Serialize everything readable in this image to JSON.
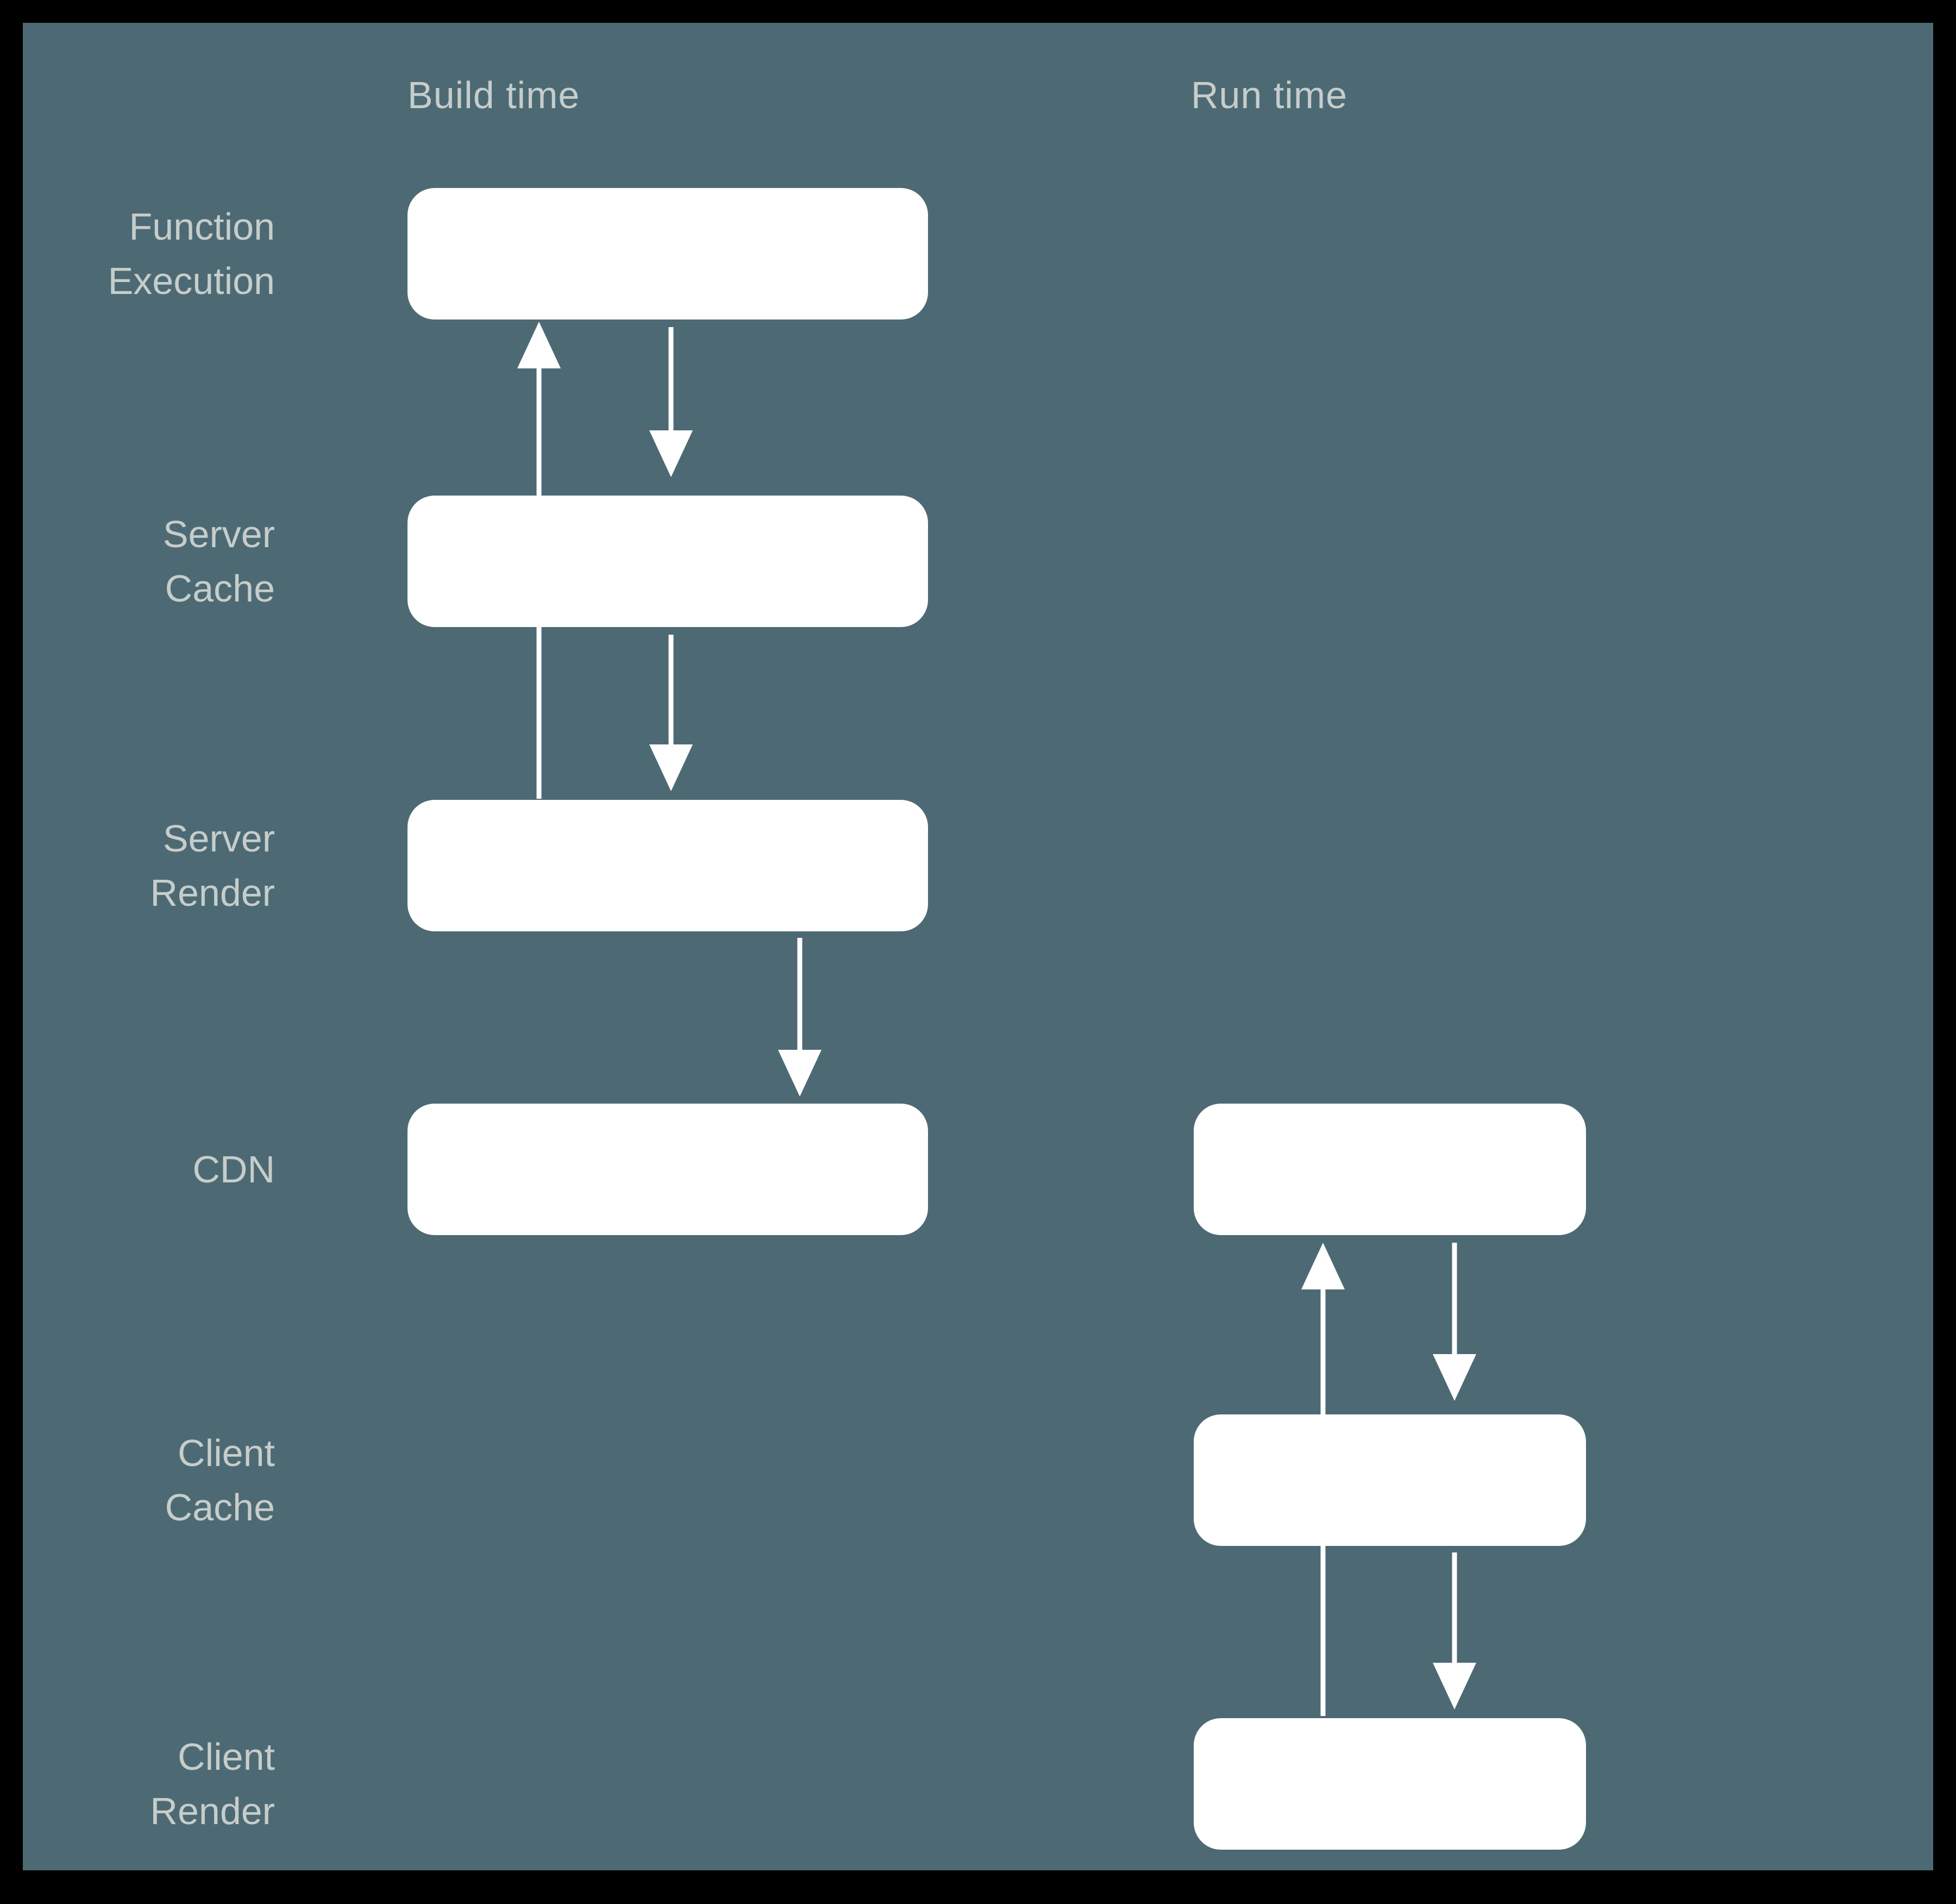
{
  "colors": {
    "outer_background": "#000000",
    "panel_background": "#4d6a74",
    "box_fill": "#ffffff",
    "label_text": "#c6cdca",
    "arrow": "#ffffff"
  },
  "columns": {
    "build": {
      "header": "Build time"
    },
    "run": {
      "header": "Run time"
    }
  },
  "rows": [
    {
      "id": "function-execution",
      "label": "Function\nExecution"
    },
    {
      "id": "server-cache",
      "label": "Server\nCache"
    },
    {
      "id": "server-render",
      "label": "Server\nRender"
    },
    {
      "id": "cdn",
      "label": "CDN"
    },
    {
      "id": "client-cache",
      "label": "Client\nCache"
    },
    {
      "id": "client-render",
      "label": "Client\nRender"
    }
  ],
  "boxes": {
    "build": [
      "function-execution",
      "server-cache",
      "server-render",
      "cdn"
    ],
    "run": [
      "cdn",
      "client-cache",
      "client-render"
    ]
  },
  "arrows": [
    {
      "column": "build",
      "from": "server-render",
      "to": "function-execution",
      "direction": "up"
    },
    {
      "column": "build",
      "from": "function-execution",
      "to": "server-cache",
      "direction": "down"
    },
    {
      "column": "build",
      "from": "server-cache",
      "to": "server-render",
      "direction": "down"
    },
    {
      "column": "build",
      "from": "server-render",
      "to": "cdn",
      "direction": "down"
    },
    {
      "column": "run",
      "from": "client-render",
      "to": "cdn",
      "direction": "up"
    },
    {
      "column": "run",
      "from": "cdn",
      "to": "client-cache",
      "direction": "down"
    },
    {
      "column": "run",
      "from": "client-cache",
      "to": "client-render",
      "direction": "down"
    }
  ]
}
